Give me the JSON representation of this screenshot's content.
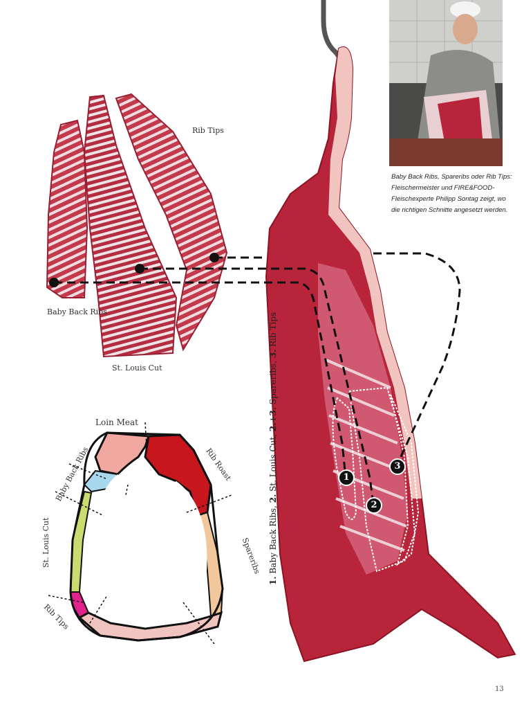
{
  "rib_labels": {
    "rib_tips": "Rib Tips",
    "baby_back_ribs": "Baby Back Ribs",
    "st_louis_cut": "St. Louis Cut"
  },
  "caption": "Baby Back Ribs, Spareribs oder Rib Tips: Fleischermeister und FIRE&FOOD-Fleischexperte Philipp Sontag zeigt, wo die richtigen Schnitte angesetzt werden.",
  "vertical_legend": {
    "n1": "1.",
    "t1": " Baby Back Ribs, ",
    "n2": "2.",
    "t2": " St. Louis Cut, ",
    "n3": "2.+3.",
    "t3": " Spareribs, ",
    "n4": "3.",
    "t4": " Rib Tips"
  },
  "markers": [
    "1",
    "2",
    "3"
  ],
  "cross_section": {
    "loin_meat": "Loin Meat",
    "baby_back_ribs": "Baby Back Ribs",
    "rib_roast": "Rib Roast",
    "st_louis_cut": "St. Louis Cut",
    "spareribs": "Spareribs",
    "rib_tips": "Rib Tips"
  },
  "colors": {
    "meat_red": "#b8243a",
    "fat_pink": "#f2c4c0",
    "loin_pink": "#f0a8a0",
    "rib_roast_red": "#c8161e",
    "baby_back_blue": "#a8d8ee",
    "st_louis_green": "#c8dc70",
    "spareribs_tan": "#f3c79c",
    "rib_tips_magenta": "#e0238c"
  },
  "page_number": "13"
}
